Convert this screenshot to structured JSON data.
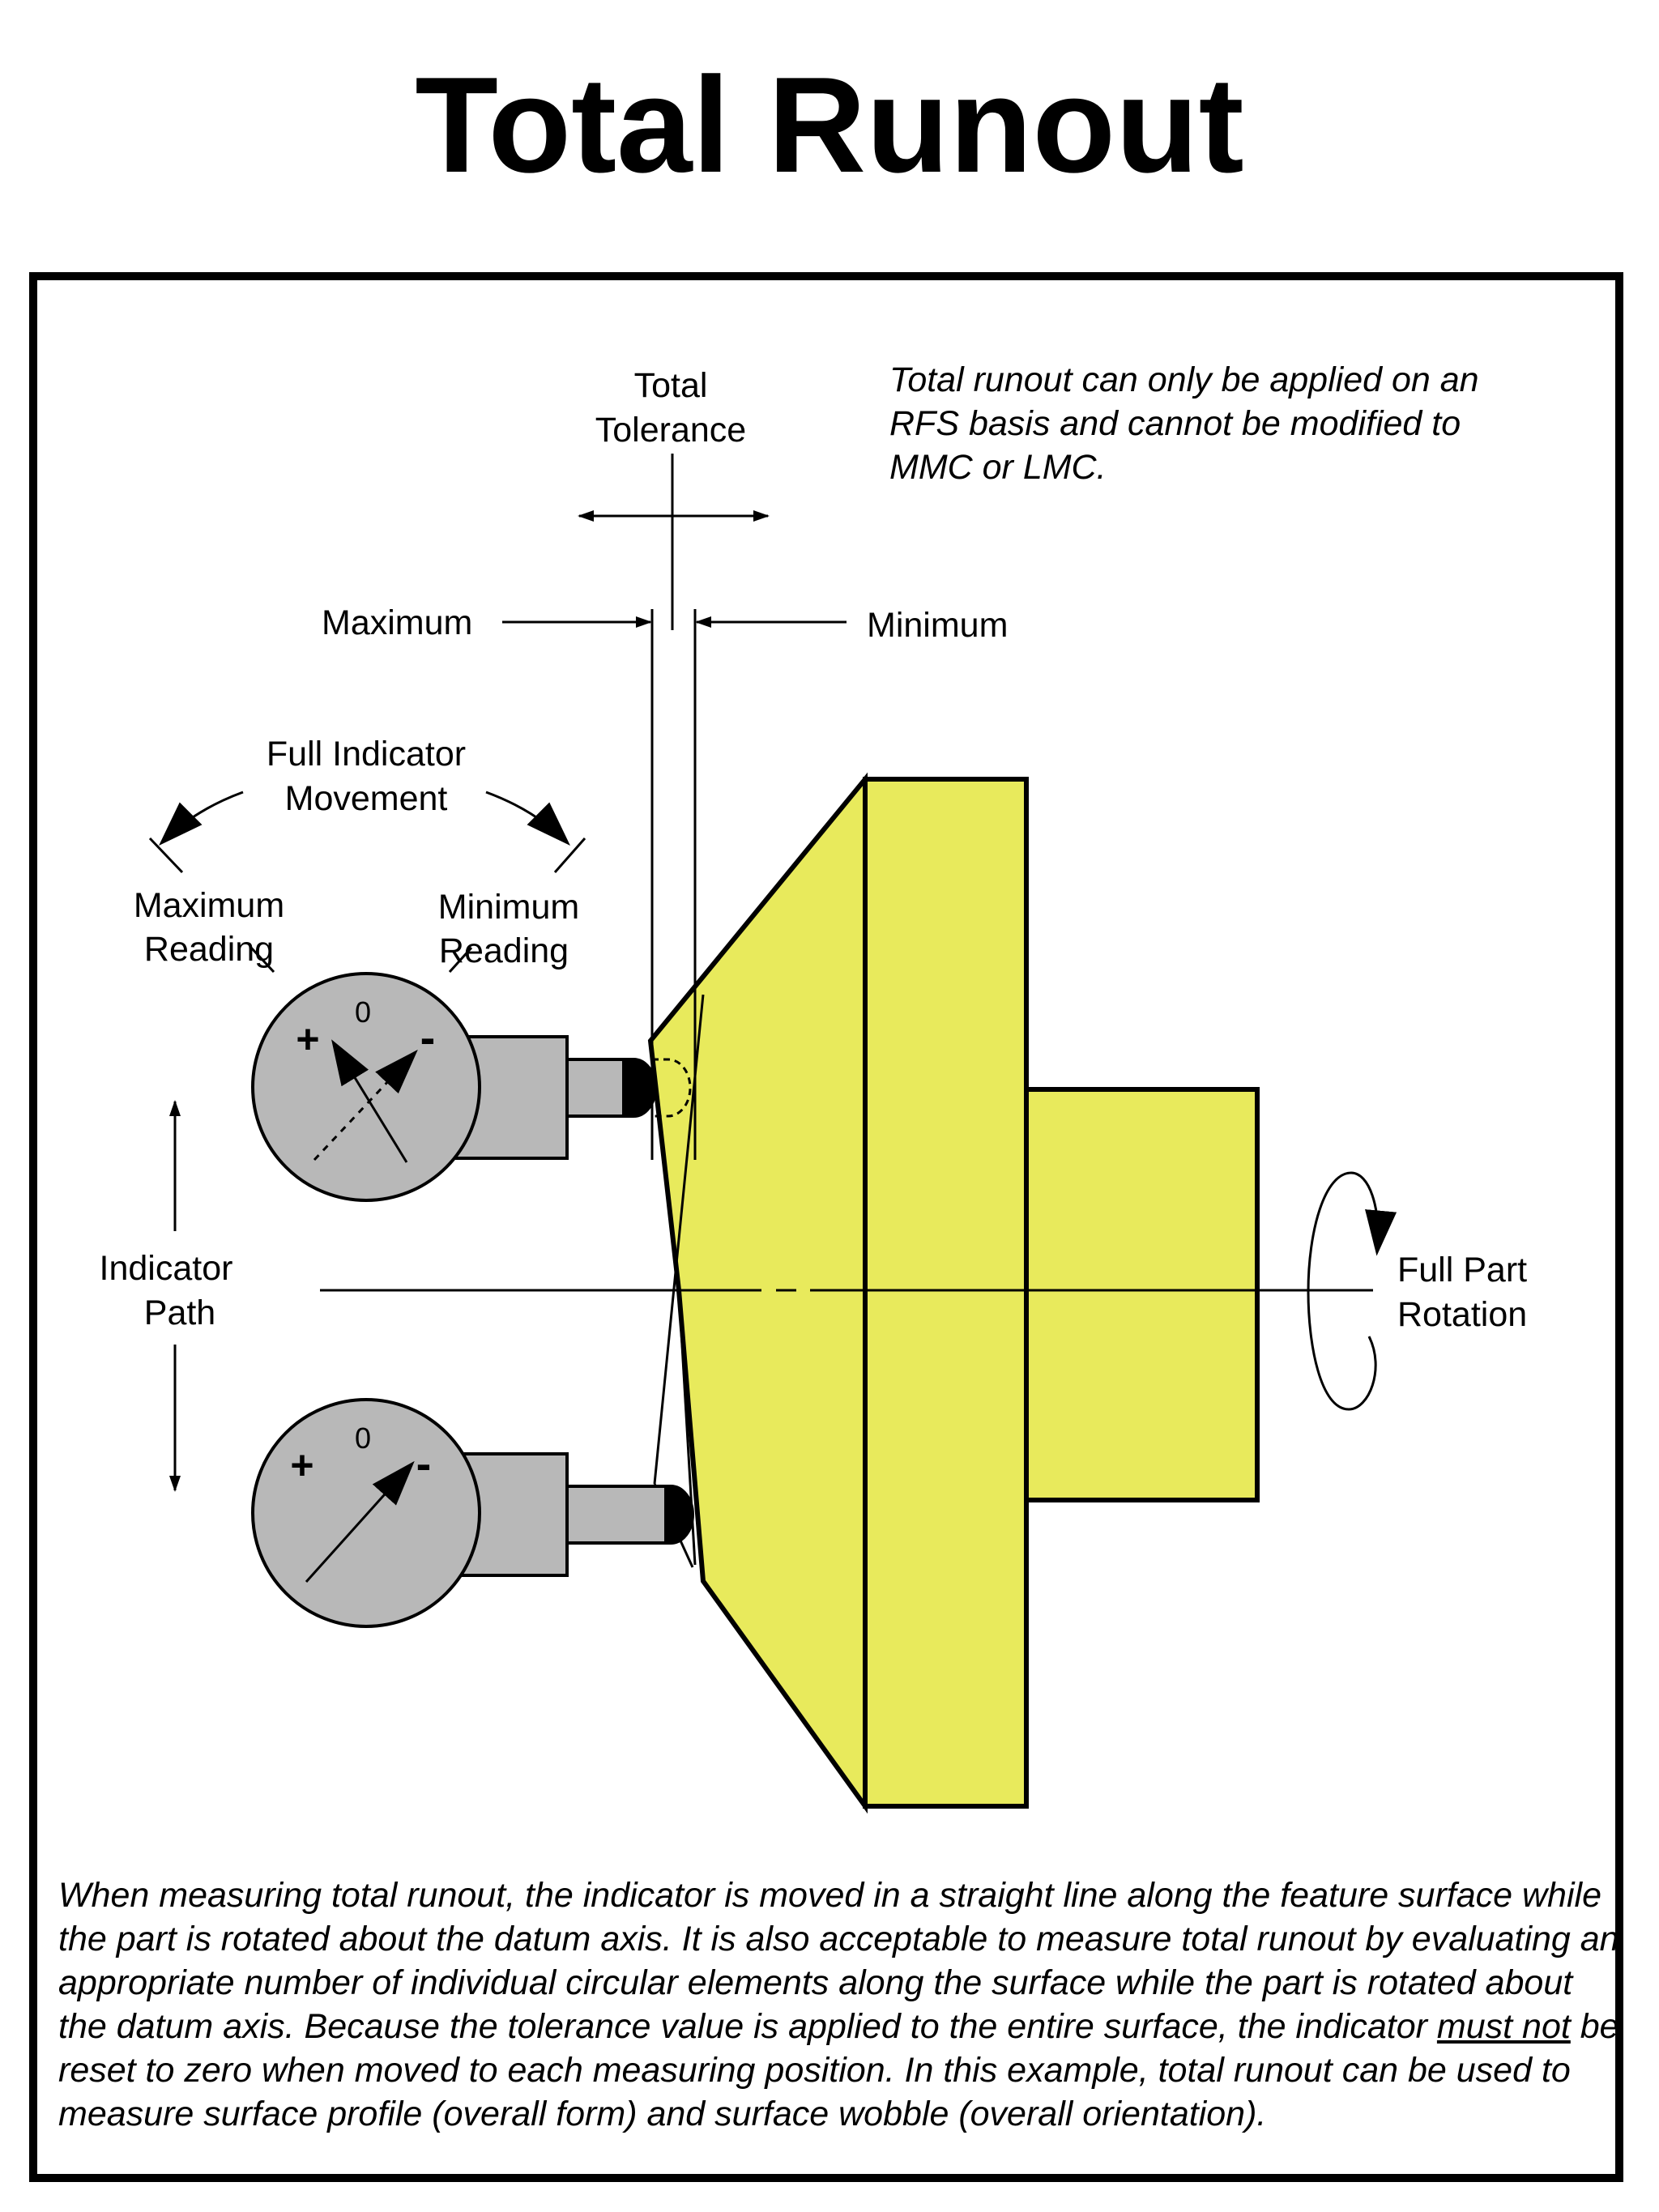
{
  "title": "Total Runout",
  "note": "Total runout can only be applied on an RFS basis and cannot be modified to MMC or LMC.",
  "note_lines": [
    "Total runout can only be applied on an",
    "RFS basis and cannot be modified to",
    "MMC or LMC."
  ],
  "labels": {
    "total_tolerance": [
      "Total",
      "Tolerance"
    ],
    "maximum": "Maximum",
    "minimum": "Minimum",
    "full_indicator_movement": [
      "Full Indicator",
      "Movement"
    ],
    "maximum_reading": [
      "Maximum",
      "Reading"
    ],
    "minimum_reading": [
      "Minimum",
      "Reading"
    ],
    "indicator_path": [
      "Indicator",
      "Path"
    ],
    "full_part_rotation": [
      "Full Part",
      "Rotation"
    ]
  },
  "dial": {
    "zero": "0",
    "plus": "+",
    "minus": "-"
  },
  "description": {
    "before": "When measuring total runout, the indicator is moved in a straight line along the feature surface while the part is rotated about the datum axis. It is also acceptable to measure total runout by evaluating an appropriate number of individual circular elements along the surface while the part is rotated about the datum axis. Because the tolerance value is applied to the entire surface, the indicator ",
    "emphasis": "must not",
    "after": " be reset to zero when moved to each measuring position. In this example, total runout can be used to measure surface profile (overall form) and surface wobble (overall orientation)."
  },
  "colors": {
    "part": "#e8ea5c",
    "indicator": "#b8b8b8",
    "line": "#000000"
  }
}
